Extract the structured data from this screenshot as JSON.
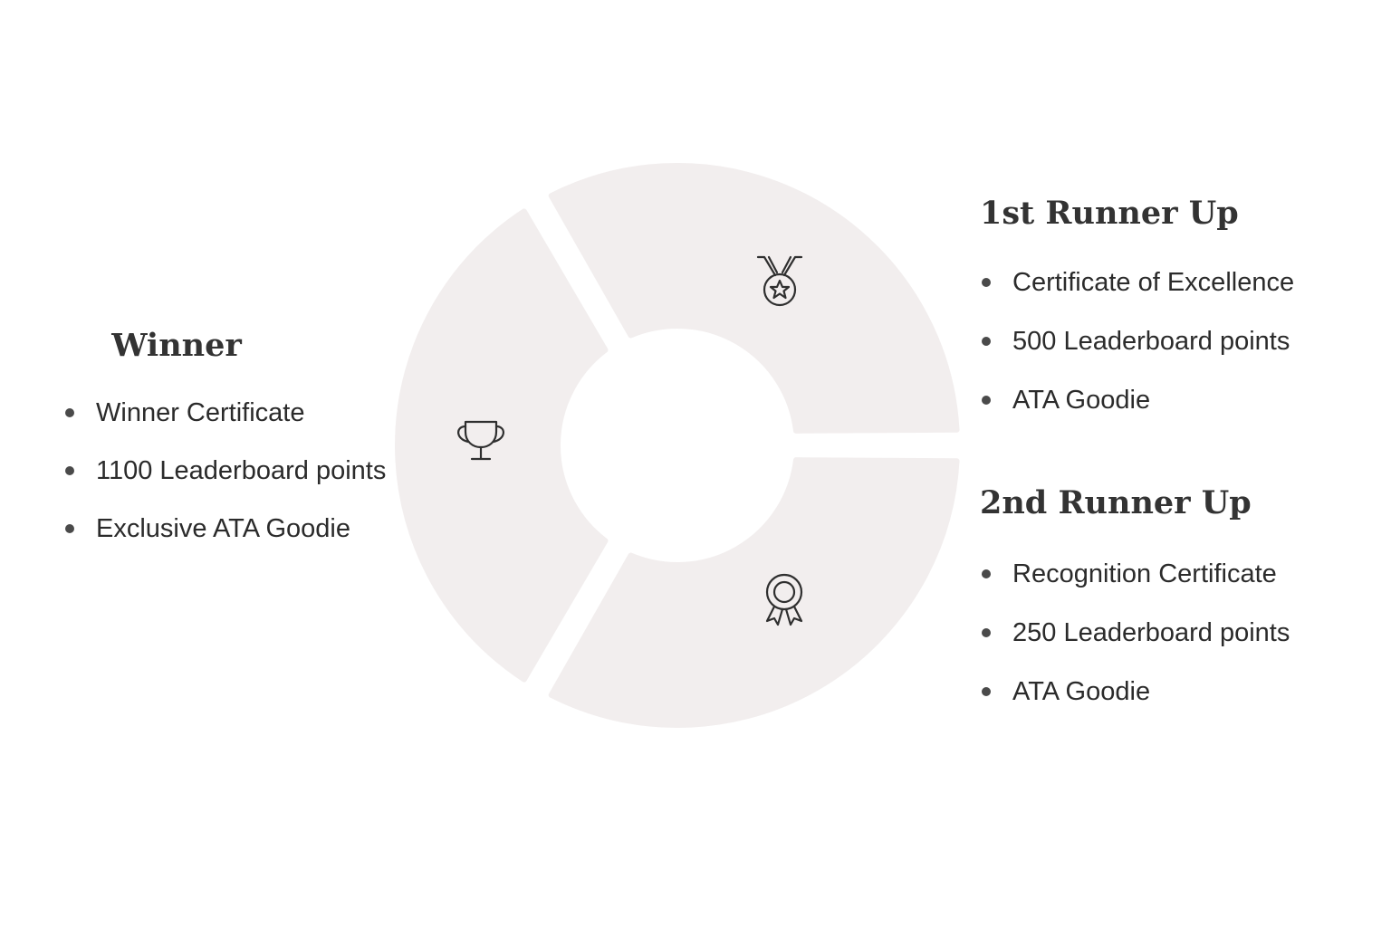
{
  "colors": {
    "segment_fill": "#f2eeee",
    "text": "#2b2b2b",
    "heading": "#333333",
    "icon_stroke": "#2f2f2f"
  },
  "segments": [
    {
      "id": "winner",
      "icon": "trophy-icon"
    },
    {
      "id": "first_runner_up",
      "icon": "medal-icon"
    },
    {
      "id": "second_runner_up",
      "icon": "award-ribbon-icon"
    }
  ],
  "winner": {
    "title": "Winner",
    "items": [
      "Winner Certificate",
      "1100 Leaderboard points",
      "Exclusive ATA Goodie"
    ]
  },
  "first_runner_up": {
    "title": "1st Runner Up",
    "items": [
      "Certificate of Excellence",
      "500 Leaderboard points",
      "ATA Goodie"
    ]
  },
  "second_runner_up": {
    "title": "2nd Runner Up",
    "items": [
      "Recognition Certificate",
      "250 Leaderboard points",
      "ATA Goodie"
    ]
  }
}
